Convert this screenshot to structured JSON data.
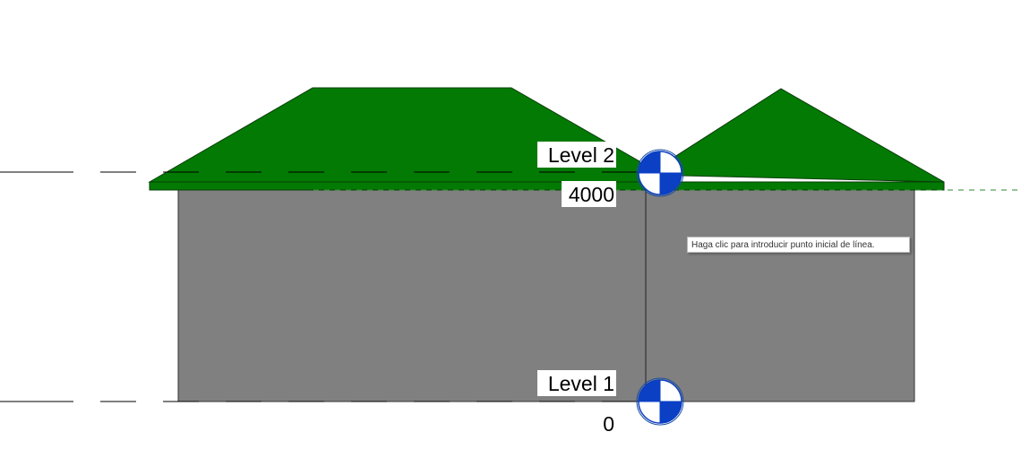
{
  "colors": {
    "roof": "#037a03",
    "wall": "#808080",
    "level_marker_blue": "#0b3fc4",
    "level_line": "#000000",
    "work_plane_line": "#2e8b2e"
  },
  "levels": [
    {
      "name": "Level 2",
      "elevation": "4000"
    },
    {
      "name": "Level 1",
      "elevation": "0"
    }
  ],
  "tooltip": {
    "text": "Haga clic para introducir punto inicial de línea."
  },
  "icons": {
    "level_head": "level-head-icon"
  }
}
